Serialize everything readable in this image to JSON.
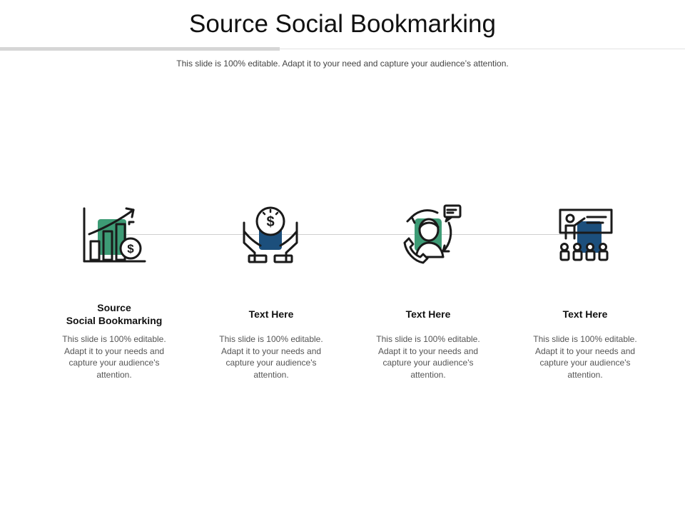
{
  "slide": {
    "title": "Source Social Bookmarking",
    "subtitle": "This slide is 100% editable. Adapt it to your need and capture your audience’s attention."
  },
  "colors": {
    "green": "#3d9b75",
    "blue": "#1c4f7c",
    "stroke": "#1a1a1a"
  },
  "items": [
    {
      "heading_line1": "Source",
      "heading_line2": "Social Bookmarking",
      "description": "This slide is 100% editable. Adapt it to your needs and capture your audience's attention.",
      "icon": "growth-chart-dollar-icon",
      "accent": "green"
    },
    {
      "heading": "Text Here",
      "description": "This slide is 100% editable. Adapt it to your needs and capture your audience's attention.",
      "icon": "hands-coin-icon",
      "accent": "blue"
    },
    {
      "heading": "Text Here",
      "description": "This slide is 100% editable. Adapt it to your needs and capture your audience's attention.",
      "icon": "customer-support-icon",
      "accent": "green"
    },
    {
      "heading": "Text Here",
      "description": "This slide is 100% editable. Adapt it to your needs and capture your audience's attention.",
      "icon": "presentation-audience-icon",
      "accent": "blue"
    }
  ]
}
